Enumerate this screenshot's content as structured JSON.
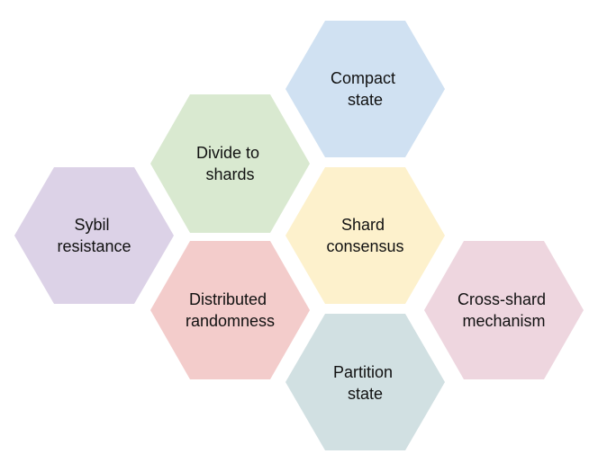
{
  "colors": {
    "compact": "#d0e1f2",
    "divide": "#d9e9d0",
    "sybil": "#dcd2e7",
    "shard": "#fdf1cc",
    "distributed": "#f3cccb",
    "cross": "#eed6df",
    "partition": "#d1e0e2"
  },
  "hexagons": [
    {
      "key": "compact",
      "lines": [
        "Compact",
        "state"
      ]
    },
    {
      "key": "divide",
      "lines": [
        "Divide to",
        "shards"
      ]
    },
    {
      "key": "sybil",
      "lines": [
        "Sybil",
        "resistance"
      ]
    },
    {
      "key": "shard",
      "lines": [
        "Shard",
        "consensus"
      ]
    },
    {
      "key": "distributed",
      "lines": [
        "Distributed",
        "randomness"
      ]
    },
    {
      "key": "cross",
      "lines": [
        "Cross-shard",
        "mechanism"
      ]
    },
    {
      "key": "partition",
      "lines": [
        "Partition",
        "state"
      ]
    }
  ]
}
